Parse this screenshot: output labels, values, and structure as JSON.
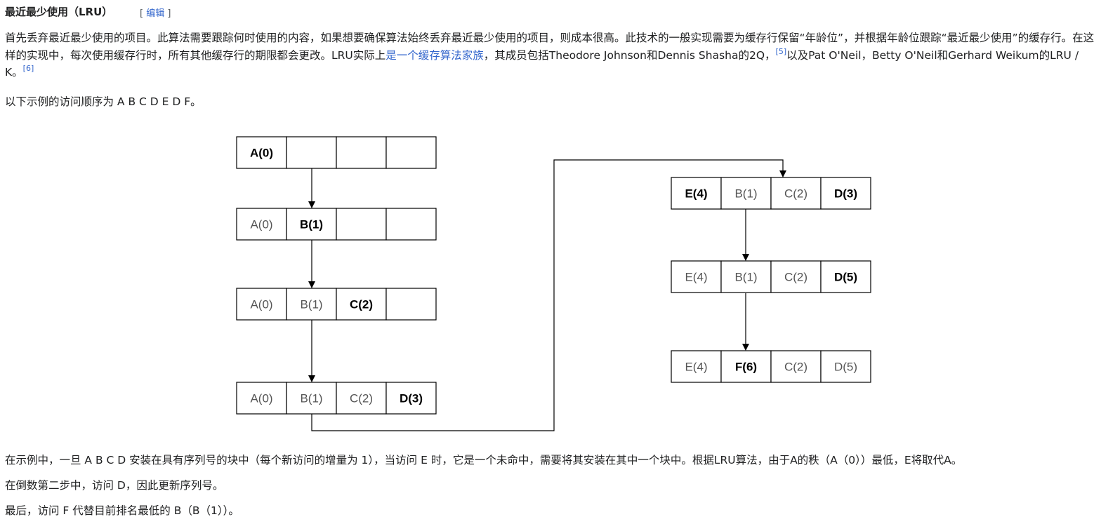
{
  "section": {
    "title": "最近最少使用（LRU）",
    "edit_open": "[ ",
    "edit_label": "编辑",
    "edit_close": " ]"
  },
  "paragraph1": {
    "text_before_link": "首先丢弃最近最少使用的项目。此算法需要跟踪何时使用的内容，如果想要确保算法始终丢弃最近最少使用的项目，则成本很高。此技术的一般实现需要为缓存行保留“年龄位”，并根据年龄位跟踪“最近最少使用”的缓存行。在这样的实现中，每次使用缓存行时，所有其他缓存行的期限都会更改。LRU实际上",
    "link_text": "是一个缓存算法家族",
    "text_after_link": "，其成员包括Theodore Johnson和Dennis Shasha的2Q，",
    "ref1": "[5]",
    "text_after_ref1": "以及Pat O'Neil，Betty O'Neil和Gerhard Weikum的LRU / K。",
    "ref2": "[6]"
  },
  "paragraph2": "以下示例的访问顺序为 A B C D E D F。",
  "diagram": {
    "left_column": [
      [
        "A(0)",
        "",
        "",
        ""
      ],
      [
        "A(0)",
        "B(1)",
        "",
        ""
      ],
      [
        "A(0)",
        "B(1)",
        "C(2)",
        ""
      ],
      [
        "A(0)",
        "B(1)",
        "C(2)",
        "D(3)"
      ]
    ],
    "left_bold": [
      [
        0
      ],
      [
        1
      ],
      [
        2
      ],
      [
        3
      ]
    ],
    "right_column": [
      [
        "E(4)",
        "B(1)",
        "C(2)",
        "D(3)"
      ],
      [
        "E(4)",
        "B(1)",
        "C(2)",
        "D(5)"
      ],
      [
        "E(4)",
        "F(6)",
        "C(2)",
        "D(5)"
      ]
    ],
    "right_bold": [
      [
        0,
        3
      ],
      [
        3
      ],
      [
        1
      ]
    ]
  },
  "paragraph3": "在示例中，一旦 A B C D 安装在具有序列号的块中（每个新访问的增量为 1），当访问 E 时，它是一个未命中，需要将其安装在其中一个块中。根据LRU算法，由于A的秩（A（0））最低，E将取代A。",
  "paragraph4": "在倒数第二步中，访问 D，因此更新序列号。",
  "paragraph5": "最后，访问 F 代替目前排名最低的 B（B（1））。",
  "colors": {
    "link": "#3366cc",
    "text": "#202122",
    "light_text": "#555555"
  }
}
